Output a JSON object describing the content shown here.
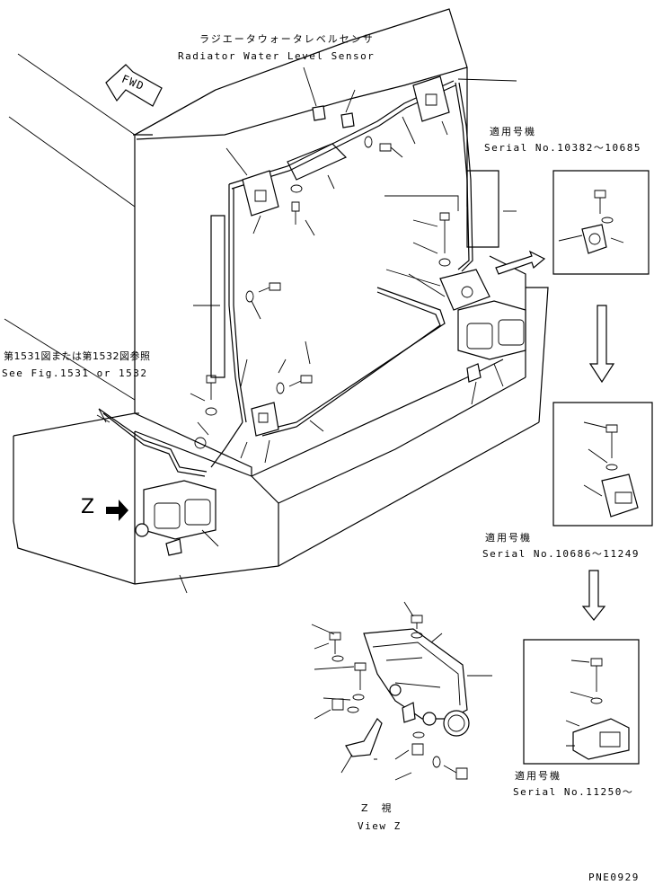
{
  "labels": {
    "sensor_jp": "ラジエータウォータレベルセンサ",
    "sensor_en": "Radiator Water Level Sensor",
    "fwd": "FWD",
    "serial1_jp": "適用号機",
    "serial1_en": "Serial No.10382～10685",
    "serial2_jp": "適用号機",
    "serial2_en": "Serial No.10686～11249",
    "serial3_jp": "適用号機",
    "serial3_en": "Serial No.11250～",
    "ref_jp": "第1531図または第1532図参照",
    "ref_en": "See Fig.1531 or 1532",
    "z_mark": "Z",
    "viewz_jp": "Z　視",
    "viewz_en": "View Z",
    "page_code": "PNE0929"
  },
  "colors": {
    "line": "#000000",
    "background": "#ffffff"
  },
  "icons": [
    "fwd-arrow-icon",
    "z-view-arrow-icon",
    "down-arrow-icon",
    "right-arrow-icon"
  ]
}
